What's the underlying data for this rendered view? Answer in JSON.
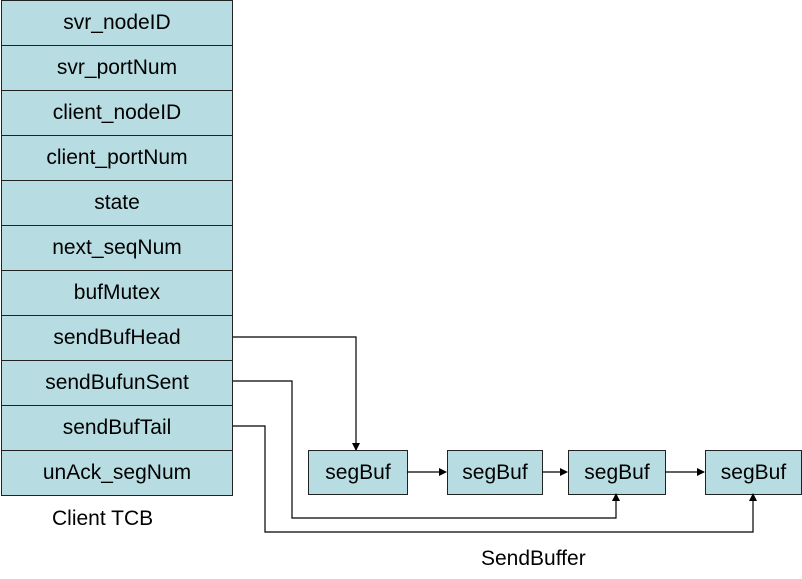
{
  "tcb": {
    "caption": "Client TCB",
    "fields": [
      "svr_nodeID",
      "svr_portNum",
      "client_nodeID",
      "client_portNum",
      "state",
      "next_seqNum",
      "bufMutex",
      "sendBufHead",
      "sendBufunSent",
      "sendBufTail",
      "unAck_segNum"
    ]
  },
  "send_buffer": {
    "caption": "SendBuffer",
    "segments": [
      "segBuf",
      "segBuf",
      "segBuf",
      "segBuf"
    ]
  },
  "colors": {
    "box_fill": "#b7dde2",
    "border": "#222222",
    "line": "#000000"
  }
}
